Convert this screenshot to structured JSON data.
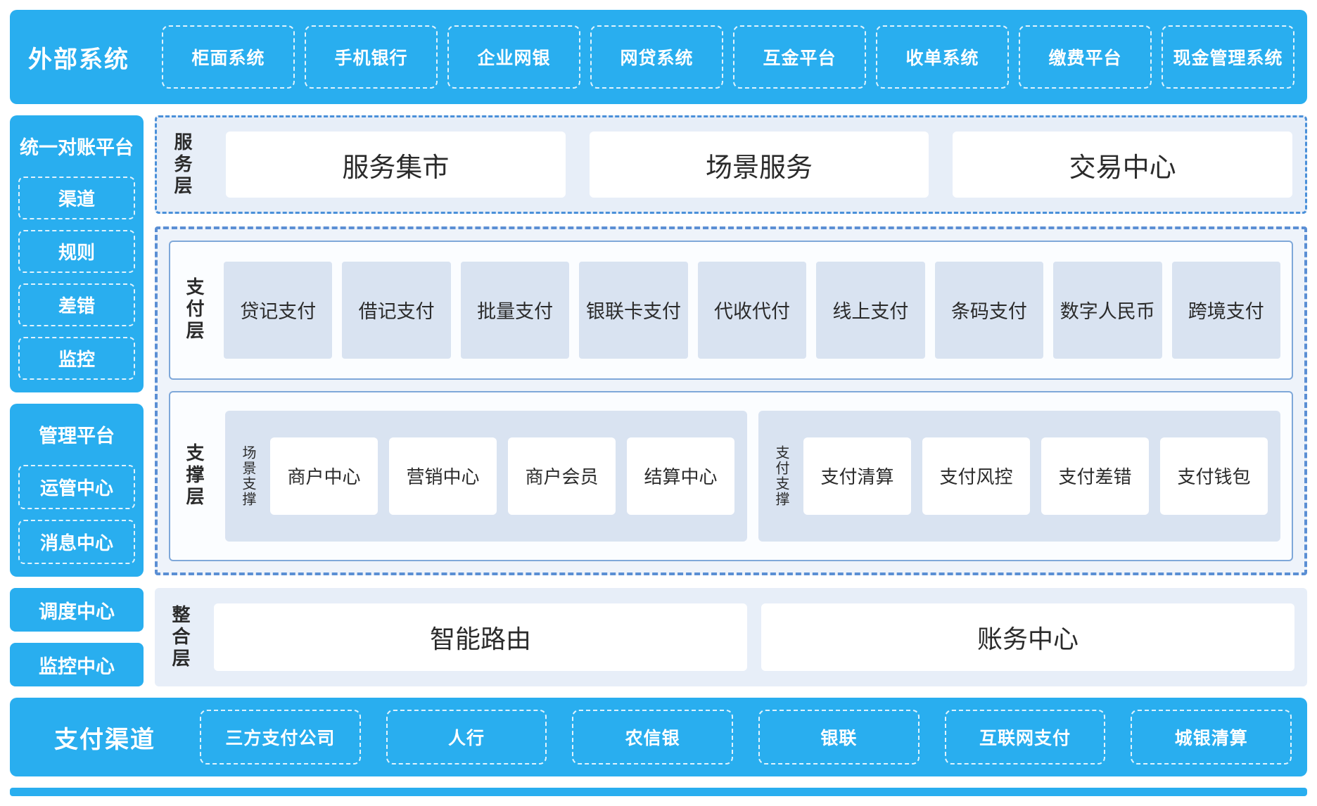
{
  "colors": {
    "primary_blue": "#29AEEF",
    "panel_light_blue": "#E7EEF8",
    "tile_blue": "#D9E3F1",
    "solid_border_blue": "#7FA8D9",
    "dashed_border_blue": "#5B8FD4",
    "dashdot_border_blue": "#4A90D9",
    "text_dark": "#2B2B2B",
    "white": "#FFFFFF"
  },
  "top_banner": {
    "label": "外部系统",
    "items": [
      "柜面系统",
      "手机银行",
      "企业网银",
      "网贷系统",
      "互金平台",
      "收单系统",
      "缴费平台",
      "现金管理系统"
    ]
  },
  "sidebar": {
    "reconciliation": {
      "title": "统一对账平台",
      "items": [
        "渠道",
        "规则",
        "差错",
        "监控"
      ]
    },
    "management": {
      "title": "管理平台",
      "items": [
        "运管中心",
        "消息中心"
      ]
    },
    "scheduling_center": "调度中心",
    "monitoring_center": "监控中心"
  },
  "service_layer": {
    "label": "服务层",
    "items": [
      "服务集市",
      "场景服务",
      "交易中心"
    ]
  },
  "payment_layer": {
    "label": "支付层",
    "items": [
      "贷记支付",
      "借记支付",
      "批量支付",
      "银联卡支付",
      "代收代付",
      "线上支付",
      "条码支付",
      "数字人民币",
      "跨境支付"
    ]
  },
  "support_layer": {
    "label": "支撑层",
    "groups": [
      {
        "label": "场景支撑",
        "items": [
          "商户中心",
          "营销中心",
          "商户会员",
          "结算中心"
        ]
      },
      {
        "label": "支付支撑",
        "items": [
          "支付清算",
          "支付风控",
          "支付差错",
          "支付钱包"
        ]
      }
    ]
  },
  "integration_layer": {
    "label": "整合层",
    "items": [
      "智能路由",
      "账务中心"
    ]
  },
  "bottom_banner": {
    "label": "支付渠道",
    "items": [
      "三方支付公司",
      "人行",
      "农信银",
      "银联",
      "互联网支付",
      "城银清算"
    ]
  }
}
